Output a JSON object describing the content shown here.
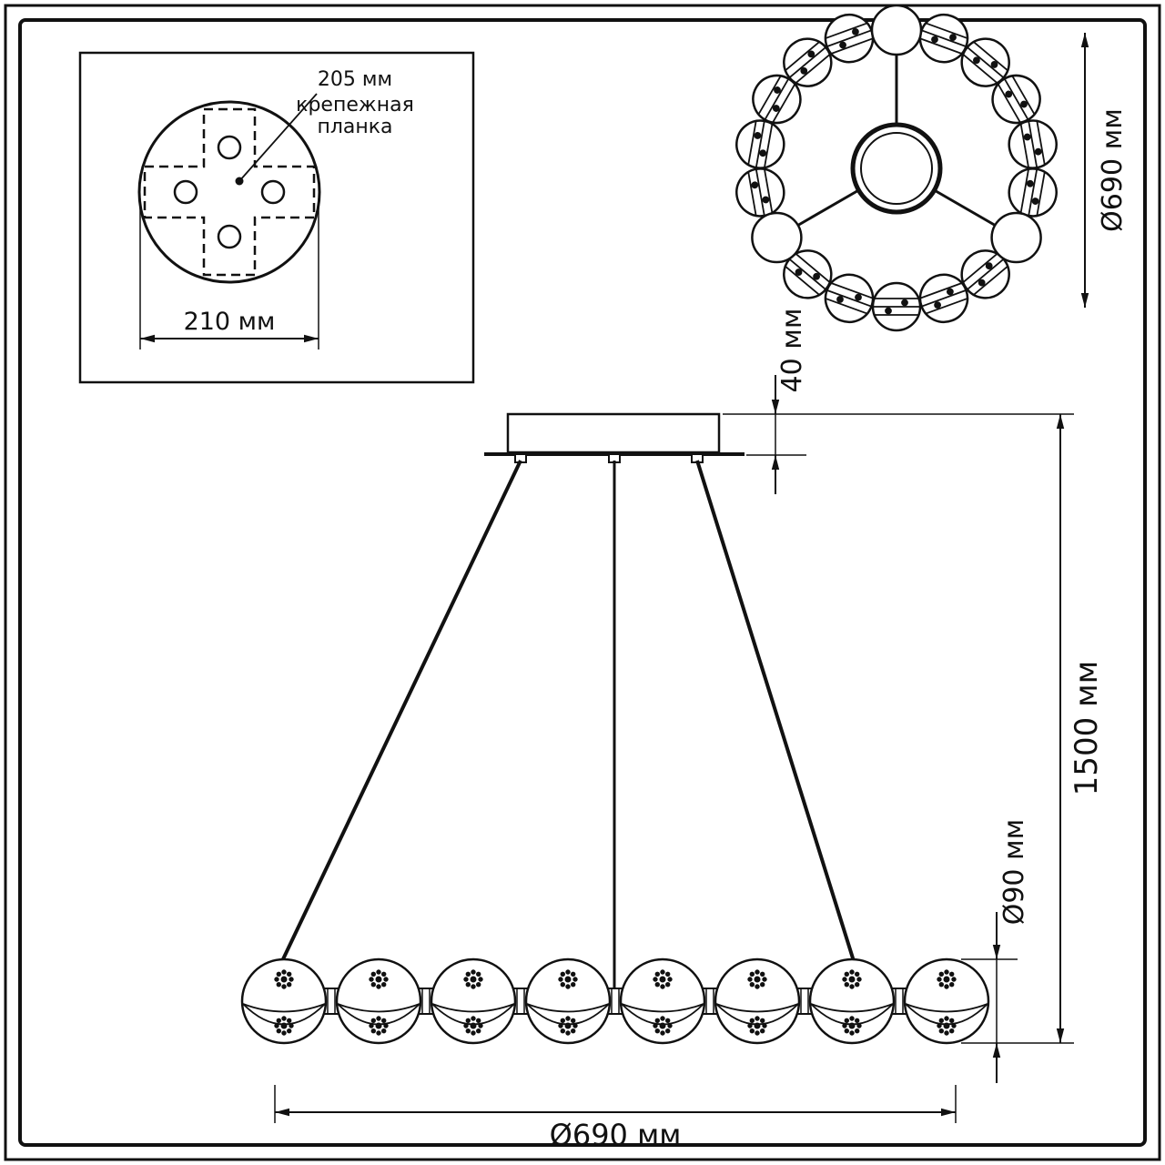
{
  "drawing": {
    "mount_detail": {
      "leader_value": "205 мм",
      "leader_label_line1": "крепежная",
      "leader_label_line2": "планка",
      "width": "210 мм"
    },
    "top_view": {
      "diameter": "Ø690 мм"
    },
    "front_view": {
      "canopy_height": "40 мм",
      "suspension_height": "1500 мм",
      "ball_diameter": "Ø90 мм",
      "ring_diameter": "Ø690 мм"
    }
  }
}
